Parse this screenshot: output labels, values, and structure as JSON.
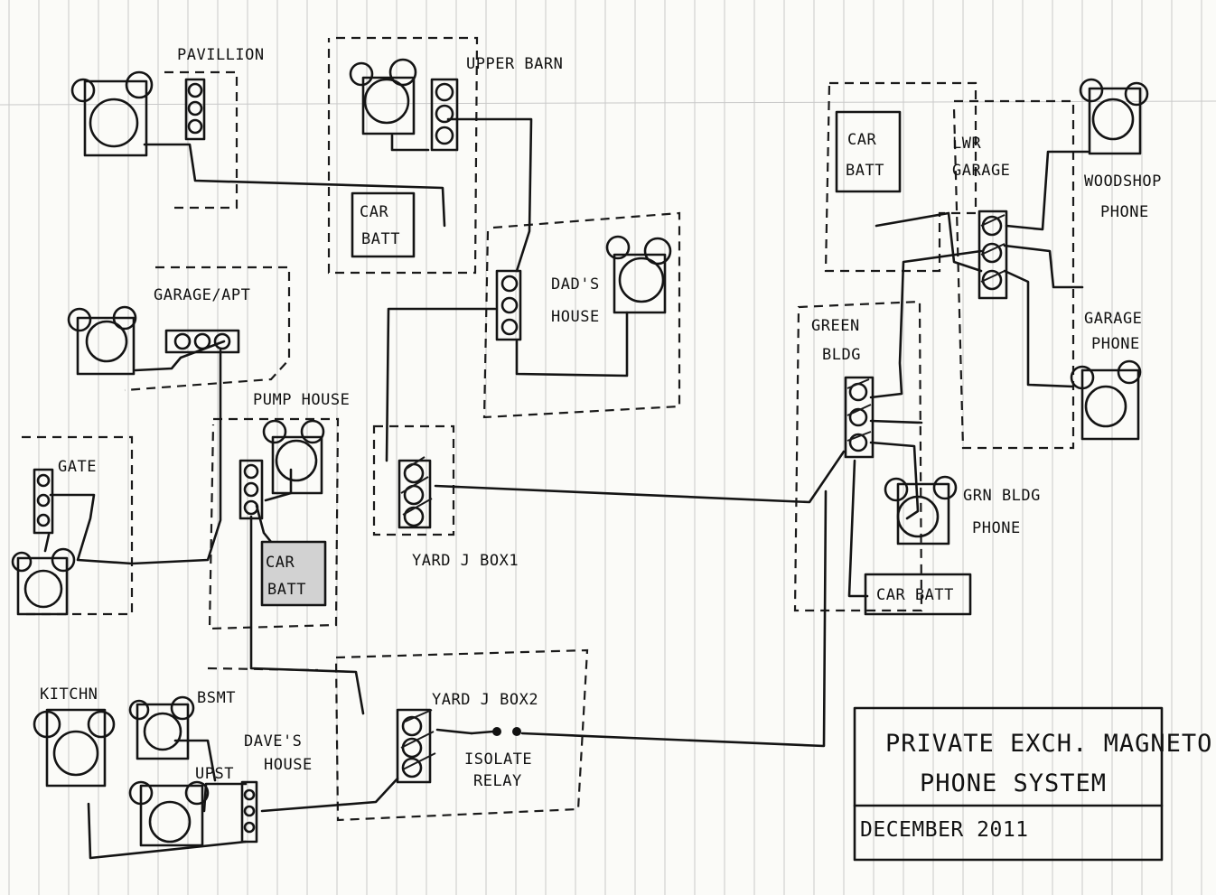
{
  "labels": {
    "pavillion": "PAVILLION",
    "upper_barn": "UPPER BARN",
    "car_batt_1": "CAR",
    "car_batt_1b": "BATT",
    "dads_house_1": "DAD'S",
    "dads_house_2": "HOUSE",
    "garage_apt": "GARAGE/APT",
    "pump_house": "PUMP HOUSE",
    "gate": "GATE",
    "car_batt_2": "CAR",
    "car_batt_2b": "BATT",
    "yard_jbox1": "YARD J BOX1",
    "kitchen": "KITCHN",
    "bsmt": "BSMT",
    "upst": "UPST",
    "daves_house_1": "DAVE'S",
    "daves_house_2": "HOUSE",
    "yard_jbox2": "YARD J BOX2",
    "isolate_1": "ISOLATE",
    "isolate_2": "RELAY",
    "car_batt_3": "CAR",
    "car_batt_3b": "BATT",
    "lwr_garage_1": "LWR",
    "lwr_garage_2": "GARAGE",
    "woodshop_1": "WOODSHOP",
    "woodshop_2": "PHONE",
    "garage_phone_1": "GARAGE",
    "garage_phone_2": "PHONE",
    "green_bldg_1": "GREEN",
    "green_bldg_2": "BLDG",
    "grn_bldg_phone_1": "GRN BLDG",
    "grn_bldg_phone_2": "PHONE",
    "car_batt_4": "CAR BATT"
  },
  "title_block": {
    "line1": "PRIVATE EXCH. MAGNETO",
    "line2": "PHONE SYSTEM",
    "date": "DECEMBER 2011"
  }
}
